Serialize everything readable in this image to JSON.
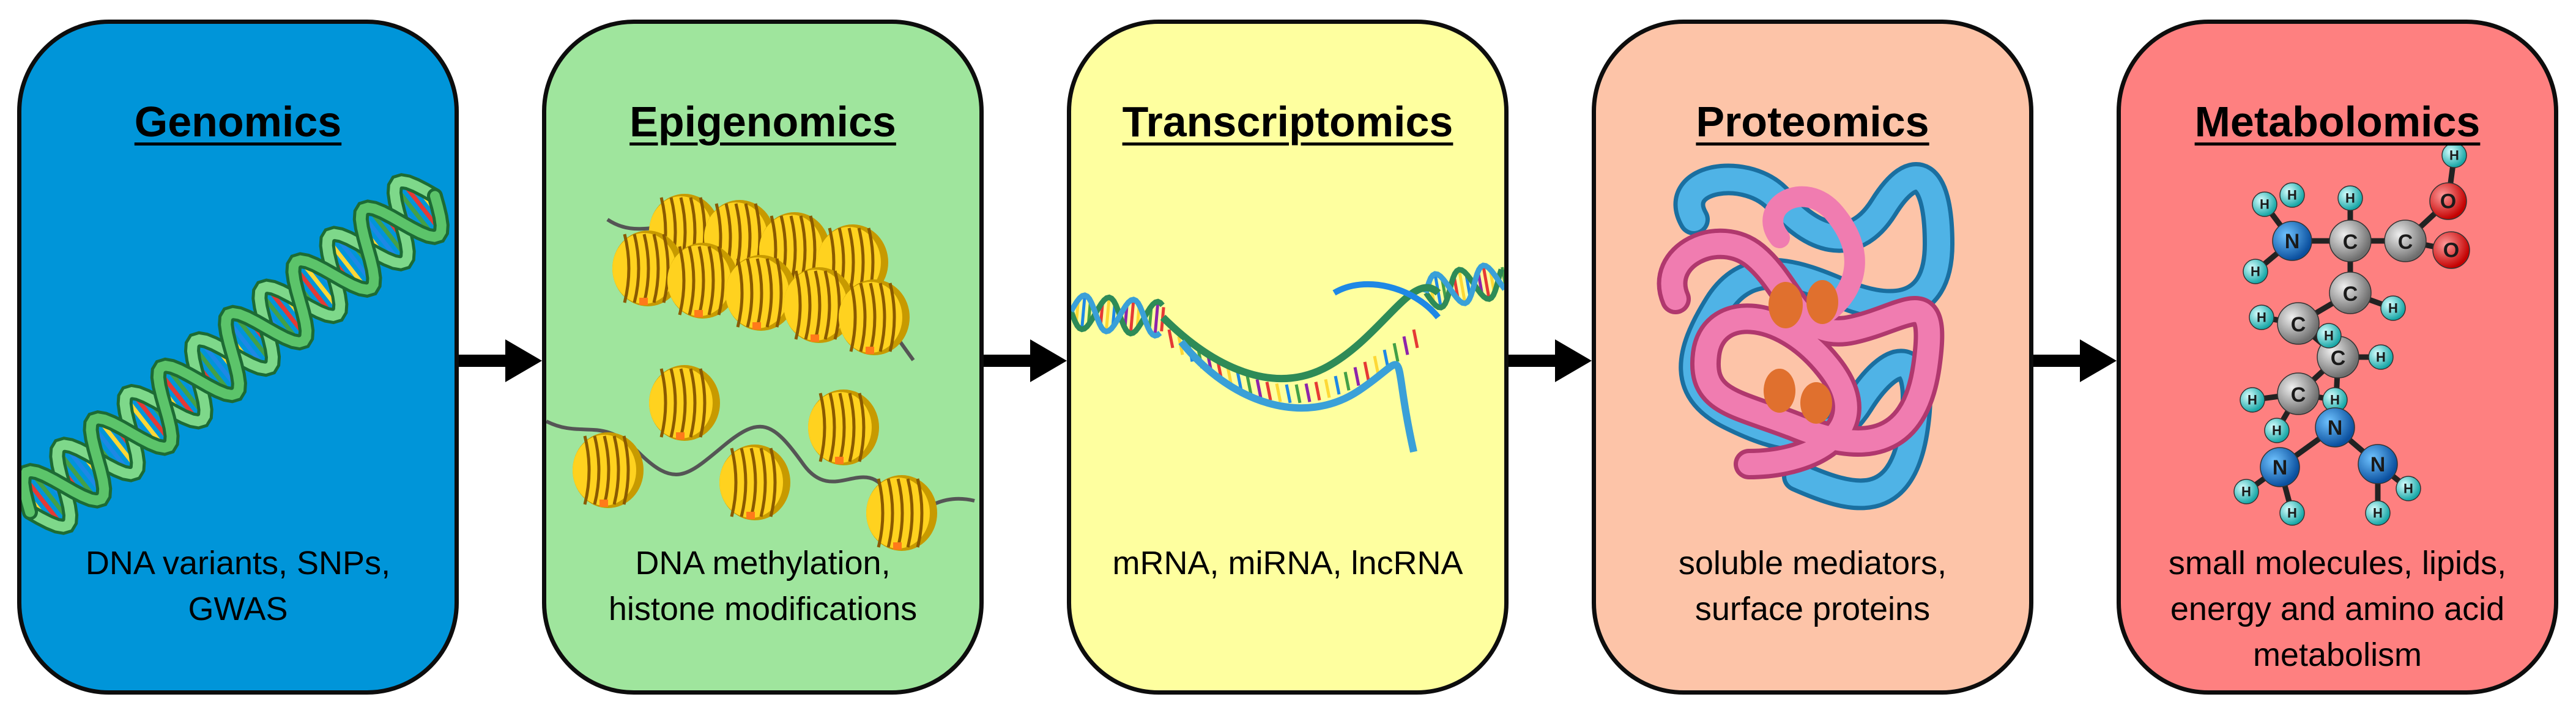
{
  "colors": {
    "genomics": "#0095d9",
    "epigenomics": "#9fe59d",
    "transcriptomics": "#feff9f",
    "proteomics": "#fdc4a8",
    "metabolomics": "#fe8080",
    "outline": "#0d0d0d"
  },
  "panels": [
    {
      "title": "Genomics",
      "lines": [
        "DNA variants, SNPs,",
        "GWAS"
      ],
      "icon": "dna-double-helix"
    },
    {
      "title": "Epigenomics",
      "lines": [
        "DNA methylation,",
        "histone modifications"
      ],
      "icon": "nucleosomes-chromatin"
    },
    {
      "title": "Transcriptomics",
      "lines": [
        "mRNA, miRNA, lncRNA"
      ],
      "icon": "rna-strands"
    },
    {
      "title": "Proteomics",
      "lines": [
        "soluble mediators,",
        "surface proteins"
      ],
      "icon": "folded-protein"
    },
    {
      "title": "Metabolomics",
      "lines": [
        "small molecules, lipids,",
        "energy and amino acid",
        "metabolism"
      ],
      "icon": "ball-and-stick-molecule"
    }
  ]
}
